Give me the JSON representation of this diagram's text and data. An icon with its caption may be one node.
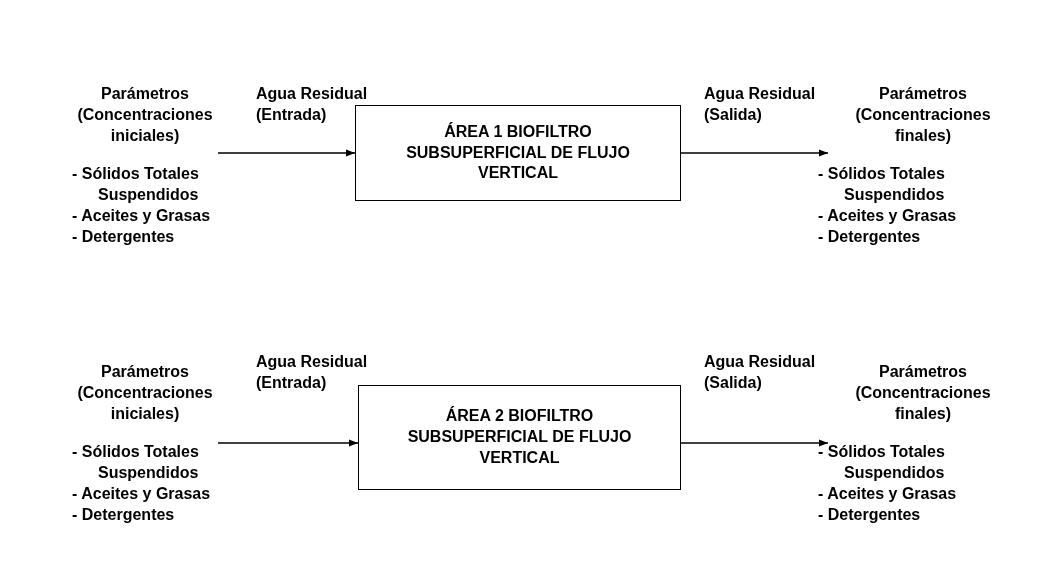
{
  "diagram": {
    "nodes": [
      {
        "text": [
          "Parámetros (Concentraciones iniciales)",
          "- Sólidos Totales Suspendidos",
          "- Aceites y Grasas",
          "- Detergentes"
        ]
      },
      {
        "text": [
          "ÁREA 1 BIOFILTRO SUBSUPERFICIAL DE FLUJO VERTICAL"
        ]
      },
      {
        "text": [
          "Parámetros (Concentraciones finales)",
          "- Sólidos Totales Suspendidos",
          "- Aceites y Grasas",
          "- Detergentes"
        ]
      },
      {
        "text": [
          "Parámetros (Concentraciones iniciales)",
          "- Sólidos Totales Suspendidos",
          "- Aceites y Grasas",
          "- Detergentes"
        ]
      },
      {
        "text": [
          "ÁREA 2 BIOFILTRO SUBSUPERFICIAL DE FLUJO VERTICAL"
        ]
      },
      {
        "text": [
          "Parámetros (Concentraciones finales)",
          "- Sólidos Totales Suspendidos",
          "- Aceites y Grasas",
          "- Detergentes"
        ]
      }
    ],
    "edges": [
      {
        "from": 0,
        "to": 1,
        "arrow": "to",
        "label": "Agua Residual (Entrada)"
      },
      {
        "from": 1,
        "to": 2,
        "arrow": "to",
        "label": "Agua Residual (Salida)"
      },
      {
        "from": 3,
        "to": 4,
        "arrow": "to",
        "label": "Agua Residual (Entrada)"
      },
      {
        "from": 4,
        "to": 5,
        "arrow": "to",
        "label": "Agua Residual (Salida)"
      }
    ]
  }
}
